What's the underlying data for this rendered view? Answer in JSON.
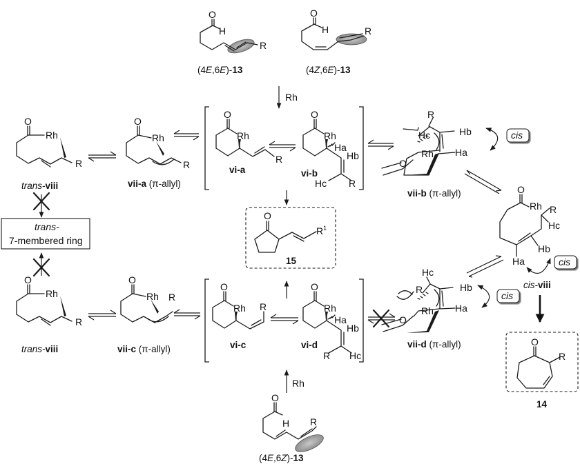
{
  "compounds": {
    "c13_EE": {
      "prefix": "(4",
      "s1": "E",
      "mid": ",6",
      "s2": "E",
      "close": ")-",
      "num": "13"
    },
    "c13_ZE": {
      "prefix": "(4",
      "s1": "Z",
      "mid": ",6",
      "s2": "E",
      "close": ")-",
      "num": "13"
    },
    "c13_EZ": {
      "prefix": "(4",
      "s1": "E",
      "mid": ",6",
      "s2": "Z",
      "close": ")-",
      "num": "13"
    },
    "trans_viii_top": {
      "italic": "trans-",
      "bold": "viii"
    },
    "trans_viii_bottom": {
      "italic": "trans-",
      "bold": "viii"
    },
    "cis_viii": {
      "italic": "cis-",
      "bold": "viii"
    },
    "vii_a": {
      "bold": "vii-a",
      "rest": " (π-allyl)"
    },
    "vii_b": {
      "bold": "vii-b",
      "rest": " (π-allyl)"
    },
    "vii_c": {
      "bold": "vii-c",
      "rest": " (π-allyl)"
    },
    "vii_d": {
      "bold": "vii-d",
      "rest": " (π-allyl)"
    },
    "vi_a": "vi-a",
    "vi_b": "vi-b",
    "vi_c": "vi-c",
    "vi_d": "vi-d",
    "p15": "15",
    "p14": "14"
  },
  "atoms": {
    "O": "O",
    "H": "H",
    "R": "R",
    "R1": "R",
    "R1_sup": "1",
    "Rh": "Rh",
    "Ha": "Ha",
    "Hb": "Hb",
    "Hc": "Hc"
  },
  "reagent_rh_top": "Rh",
  "reagent_rh_bottom": "Rh",
  "trans_box": {
    "line1": "trans-",
    "line2": "7-membered ring"
  },
  "cis_badge": "cis"
}
